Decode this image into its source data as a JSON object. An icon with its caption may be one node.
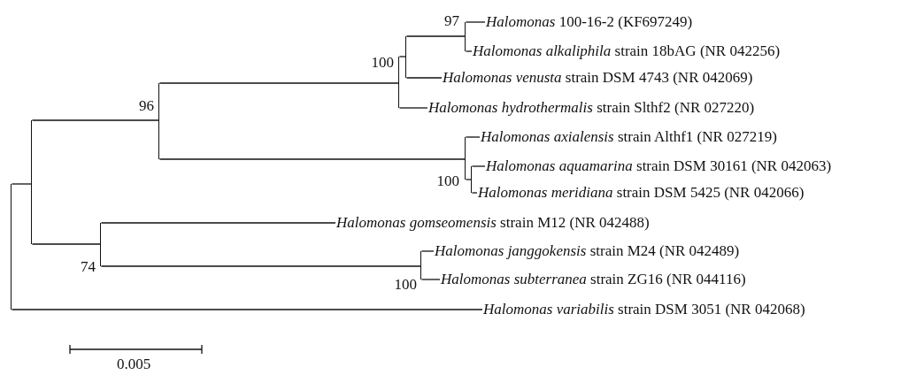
{
  "diagram": {
    "nodes": [
      {
        "text": [
          "*Halomonas* 100-16-2 (KF697249)"
        ]
      },
      {
        "text": [
          "*Halomonas alkaliphila* strain 18bAG (NR 042256)"
        ]
      },
      {
        "text": [
          "*Halomonas venusta* strain DSM 4743 (NR 042069)"
        ]
      },
      {
        "text": [
          "*Halomonas hydrothermalis* strain Slthf2 (NR 027220)"
        ]
      },
      {
        "text": [
          "*Halomonas axialensis* strain Althf1 (NR 027219)"
        ]
      },
      {
        "text": [
          "*Halomonas aquamarina* strain DSM 30161 (NR 042063)"
        ]
      },
      {
        "text": [
          "*Halomonas meridiana* strain DSM 5425 (NR 042066)"
        ]
      },
      {
        "text": [
          "*Halomonas gomseomensis* strain M12 (NR 042488)"
        ]
      },
      {
        "text": [
          "*Halomonas janggokensis* strain M24 (NR 042489)"
        ]
      },
      {
        "text": [
          "*Halomonas subterranea* strain ZG16 (NR 044116)"
        ]
      },
      {
        "text": [
          "*Halomonas variabilis* strain DSM 3051 (NR 042068)"
        ]
      },
      {
        "text": [],
        "shape": "bar"
      },
      {
        "text": [],
        "shape": "bar"
      },
      {
        "text": [],
        "shape": "bar",
        "beside": [
          "96"
        ]
      },
      {
        "text": [],
        "shape": "bar",
        "beside": [
          "100"
        ]
      },
      {
        "text": [],
        "shape": "bar"
      },
      {
        "text": [],
        "shape": "bar",
        "beside": [
          "97"
        ]
      },
      {
        "text": [],
        "shape": "bar",
        "beside": [
          "100"
        ]
      },
      {
        "text": [],
        "shape": "bar"
      },
      {
        "text": [],
        "shape": "bar",
        "beside": [
          "74"
        ]
      },
      {
        "text": [],
        "shape": "bar",
        "beside": [
          "100"
        ]
      }
    ],
    "edges": [
      {
        "from": 11,
        "to": 12,
        "arrow": "none"
      },
      {
        "from": 11,
        "to": 10,
        "arrow": "none"
      },
      {
        "from": 12,
        "to": 13,
        "arrow": "none"
      },
      {
        "from": 12,
        "to": 19,
        "arrow": "none"
      },
      {
        "from": 13,
        "to": 14,
        "arrow": "none"
      },
      {
        "from": 13,
        "to": 17,
        "arrow": "none"
      },
      {
        "from": 14,
        "to": 15,
        "arrow": "none"
      },
      {
        "from": 14,
        "to": 3,
        "arrow": "none"
      },
      {
        "from": 15,
        "to": 16,
        "arrow": "none"
      },
      {
        "from": 15,
        "to": 2,
        "arrow": "none"
      },
      {
        "from": 16,
        "to": 0,
        "arrow": "none"
      },
      {
        "from": 16,
        "to": 1,
        "arrow": "none"
      },
      {
        "from": 17,
        "to": 4,
        "arrow": "none"
      },
      {
        "from": 17,
        "to": 18,
        "arrow": "none"
      },
      {
        "from": 18,
        "to": 5,
        "arrow": "none"
      },
      {
        "from": 18,
        "to": 6,
        "arrow": "none"
      },
      {
        "from": 19,
        "to": 7,
        "arrow": "none"
      },
      {
        "from": 19,
        "to": 20,
        "arrow": "none"
      },
      {
        "from": 20,
        "to": 8,
        "arrow": "none"
      },
      {
        "from": 20,
        "to": 9,
        "arrow": "none"
      }
    ],
    "labels": [
      "0.005"
    ]
  }
}
